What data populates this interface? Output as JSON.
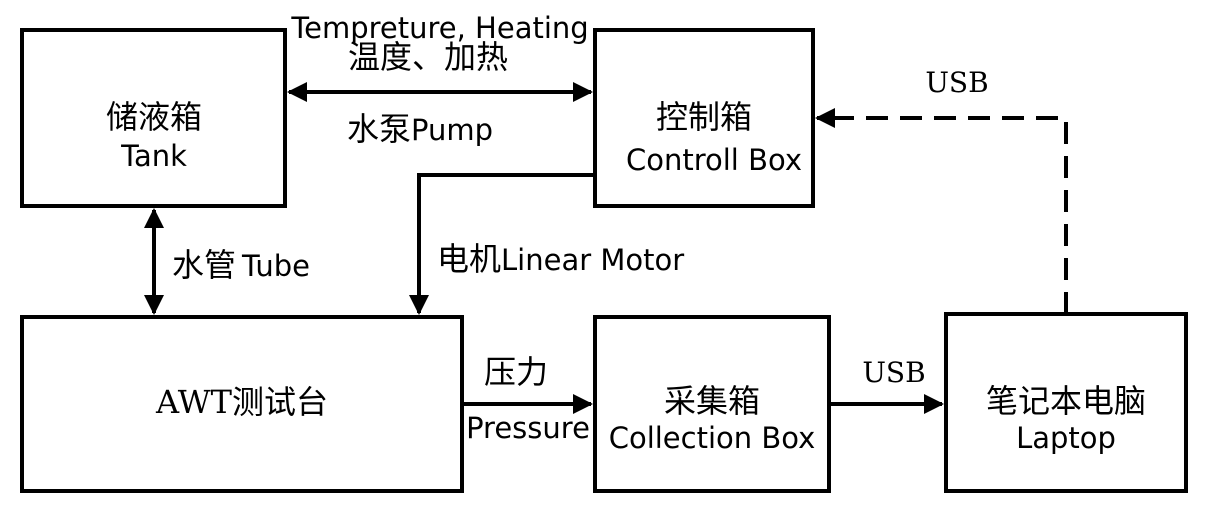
{
  "nodes": {
    "tank": {
      "zh": "储液箱",
      "en": "Tank"
    },
    "control": {
      "zh": "控制箱",
      "en": "Controll Box"
    },
    "awt": {
      "label": "AWT测试台"
    },
    "collection": {
      "zh": "采集箱",
      "en": "Collection Box"
    },
    "laptop": {
      "zh": "笔记本电脑",
      "en": "Laptop"
    }
  },
  "edges": {
    "tank_control": {
      "top_en": "Tempreture, Heating",
      "top_zh": "温度、加热",
      "bottom_zh": "水泵",
      "bottom_en": "Pump"
    },
    "tank_awt": {
      "zh": "水管",
      "en": "Tube"
    },
    "control_awt": {
      "zh": "电机",
      "en": "Linear Motor"
    },
    "awt_collection": {
      "zh": "压力",
      "en": "Pressure"
    },
    "collection_laptop": {
      "label": "USB"
    },
    "laptop_control": {
      "label": "USB"
    }
  }
}
